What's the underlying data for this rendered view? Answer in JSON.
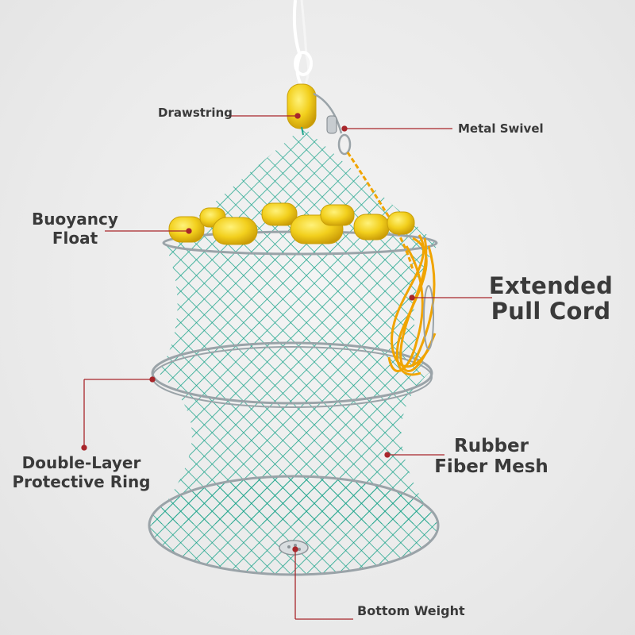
{
  "labels": {
    "drawstring": "Drawstring",
    "metal_swivel": "Metal Swivel",
    "buoyancy_float_line1": "Buoyancy",
    "buoyancy_float_line2": "Float",
    "extended_pull_cord_line1": "Extended",
    "extended_pull_cord_line2": "Pull Cord",
    "protective_ring_line1": "Double-Layer",
    "protective_ring_line2": "Protective Ring",
    "mesh_line1": "Rubber",
    "mesh_line2": "Fiber Mesh",
    "bottom_weight": "Bottom Weight"
  },
  "colors": {
    "mesh": "#1fa58c",
    "float": "#f2cf1c",
    "cord": "#f0a400",
    "callout": "#a8262b",
    "ring": "#9aa3a8",
    "text": "#3a3a3a"
  }
}
